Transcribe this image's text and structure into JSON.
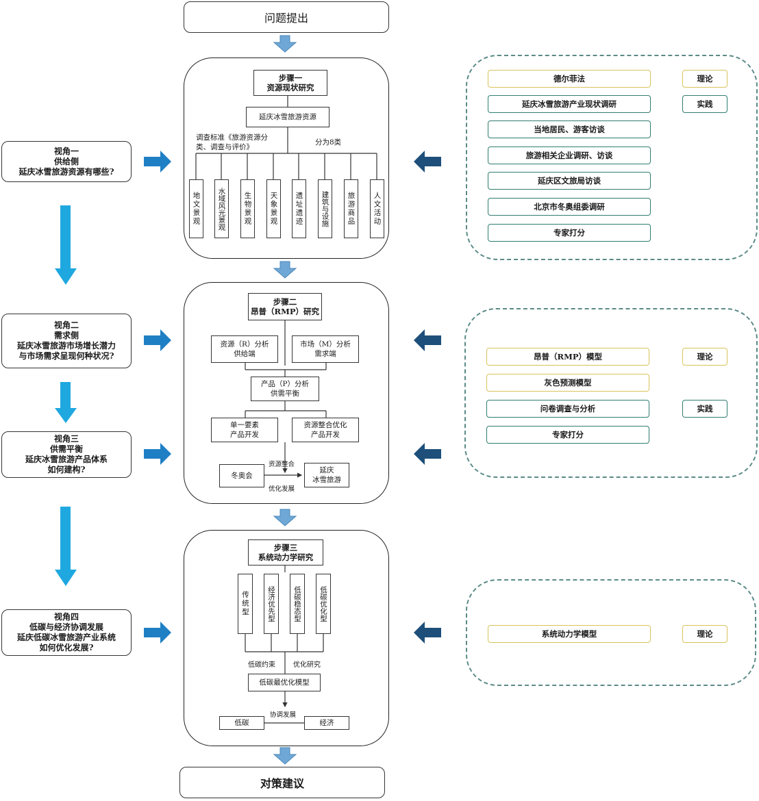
{
  "top": {
    "title": "问题提出"
  },
  "bottom": {
    "title": "对策建议"
  },
  "perspectives": [
    {
      "lines": [
        "视角一",
        "供给侧",
        "延庆冰雪旅游资源有哪些?"
      ]
    },
    {
      "lines": [
        "视角二",
        "需求侧",
        "延庆冰雪旅游市场增长潜力",
        "与市场需求呈现何种状况?"
      ]
    },
    {
      "lines": [
        "视角三",
        "供需平衡",
        "延庆冰雪旅游产品体系",
        "如何建构?"
      ]
    },
    {
      "lines": [
        "视角四",
        "低碳与经济协调发展",
        "延庆低碳冰雪旅游产业系统",
        "如何优化发展?"
      ]
    }
  ],
  "step1": {
    "title": [
      "步骤一",
      "资源现状研究"
    ],
    "root": "延庆冰雪旅游资源",
    "left_note": "调查标准《旅游资源分类、调查与评价》",
    "right_note": "分为8类",
    "categories": [
      "地文景观",
      "水域风光景观",
      "生物景观",
      "天象景观",
      "遗址遗迹",
      "建筑与设施",
      "旅游商品",
      "人文活动"
    ]
  },
  "step2": {
    "title": [
      "步骤二",
      "昂普（RMP）研究"
    ],
    "r_box": [
      "资源（R）分析",
      "供给端"
    ],
    "m_box": [
      "市场（M）分析",
      "需求端"
    ],
    "p_box": [
      "产品（P）分析",
      "供需平衡"
    ],
    "single": [
      "单一要素",
      "产品开发"
    ],
    "integrated": [
      "资源整合优化",
      "产品开发"
    ],
    "olympics": "冬奥会",
    "yanqing": [
      "延庆",
      "冰雪旅游"
    ],
    "resource_integration": "资源整合",
    "optimize_dev": "优化发展"
  },
  "step3": {
    "title": [
      "步骤三",
      "系统动力学研究"
    ],
    "models": [
      "传统型",
      "经济优先型",
      "低碳稳态型",
      "低碳优化型"
    ],
    "left_label": "低碳约束",
    "right_label": "优化研究",
    "opt_model": "低碳最优化模型",
    "low_carbon": "低碳",
    "economy": "经济",
    "coord": "协调发展"
  },
  "panel1": {
    "methods": [
      "德尔菲法",
      "延庆冰雪旅游产业现状调研",
      "当地居民、游客访谈",
      "旅游相关企业调研、访谈",
      "延庆区文旅局访谈",
      "北京市冬奥组委调研",
      "专家打分"
    ],
    "tag_theory": "理论",
    "tag_practice": "实践"
  },
  "panel2": {
    "methods": [
      "昂普（RMP）模型",
      "灰色预测模型",
      "问卷调查与分析",
      "专家打分"
    ],
    "tag_theory": "理论",
    "tag_practice": "实践"
  },
  "panel3": {
    "methods": [
      "系统动力学模型"
    ],
    "tag_theory": "理论"
  },
  "colors": {
    "blue_arrow": "#1f7fc4",
    "dark_arrow": "#1d4f7a",
    "light_arrow": "#1fa8e0",
    "small_arrow": "#6fa8d6",
    "yellow": "#d9c35a",
    "green": "#2e7d6f"
  }
}
